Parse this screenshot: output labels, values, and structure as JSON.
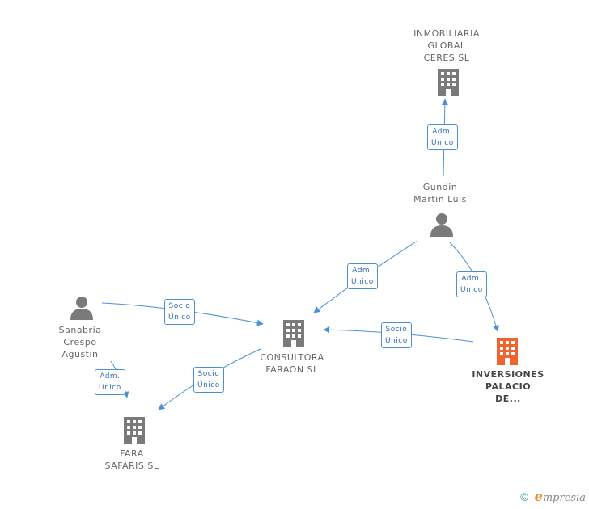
{
  "colors": {
    "edge": "#4a90d9",
    "building": "#7a7a7a",
    "building_main": "#f0652f",
    "person": "#7a7a7a"
  },
  "nodes": {
    "inmobiliaria": {
      "lines": [
        "INMOBILIARIA",
        "GLOBAL",
        "CERES SL"
      ],
      "icon": "building-icon"
    },
    "gundin": {
      "lines": [
        "Gundin",
        "Martin Luis"
      ],
      "icon": "person-icon"
    },
    "consultora": {
      "lines": [
        "CONSULTORA",
        "FARAON SL"
      ],
      "icon": "building-icon"
    },
    "inversiones": {
      "lines": [
        "INVERSIONES",
        "PALACIO",
        "DE..."
      ],
      "icon": "building-icon"
    },
    "sanabria": {
      "lines": [
        "Sanabria",
        "Crespo",
        "Agustin"
      ],
      "icon": "person-icon"
    },
    "fara": {
      "lines": [
        "FARA",
        "SAFARIS SL"
      ],
      "icon": "building-icon"
    }
  },
  "edges": {
    "e1": [
      "Adm.",
      "Unico"
    ],
    "e2": [
      "Adm.",
      "Unico"
    ],
    "e3": [
      "Adm.",
      "Unico"
    ],
    "e4": [
      "Socio",
      "Único"
    ],
    "e5": [
      "Socio",
      "Único"
    ],
    "e6": [
      "Adm.",
      "Unico"
    ],
    "e7": [
      "Socio",
      "Único"
    ]
  },
  "footer": {
    "copyright": "©",
    "brand_initial": "e",
    "brand_rest": "mpresia"
  }
}
